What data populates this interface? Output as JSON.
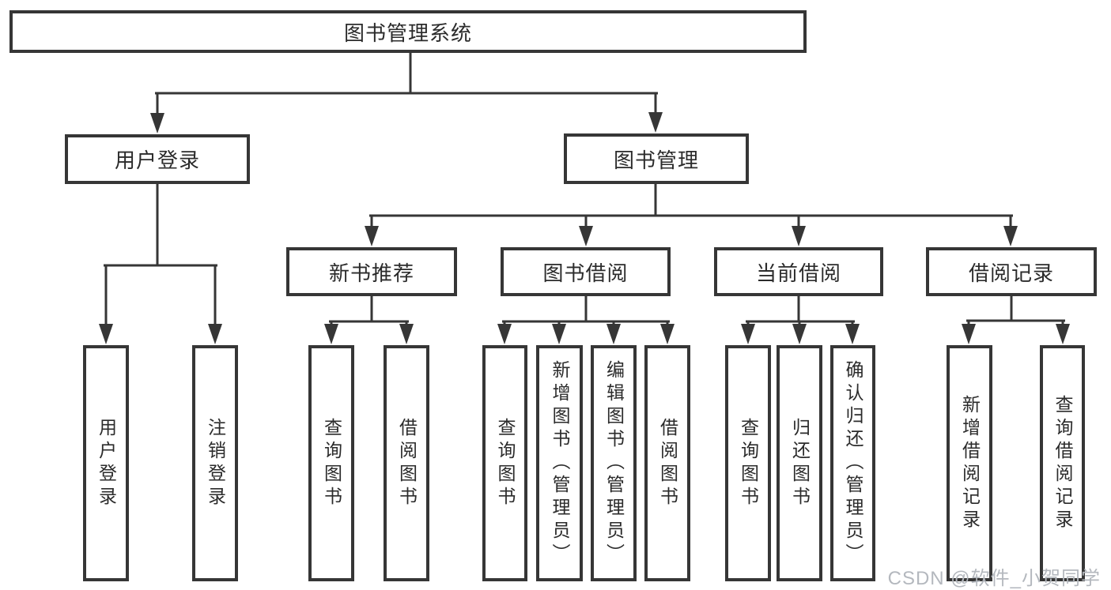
{
  "colors": {
    "line": "#363636",
    "box_border": "#363636",
    "text": "#2b2b2b",
    "watermark": "#b4b8be",
    "background": "#ffffff"
  },
  "root": {
    "label": "图书管理系统"
  },
  "branches": [
    {
      "label": "用户登录",
      "leaves": [
        {
          "label": "用户登录"
        },
        {
          "label": "注销登录"
        }
      ]
    },
    {
      "label": "图书管理",
      "groups": [
        {
          "label": "新书推荐",
          "leaves": [
            {
              "label": "查询图书"
            },
            {
              "label": "借阅图书"
            }
          ]
        },
        {
          "label": "图书借阅",
          "leaves": [
            {
              "label": "查询图书"
            },
            {
              "label": "新增图书（管理员）"
            },
            {
              "label": "编辑图书（管理员）"
            },
            {
              "label": "借阅图书"
            }
          ]
        },
        {
          "label": "当前借阅",
          "leaves": [
            {
              "label": "查询图书"
            },
            {
              "label": "归还图书"
            },
            {
              "label": "确认归还（管理员）"
            }
          ]
        },
        {
          "label": "借阅记录",
          "leaves": [
            {
              "label": "新增借阅记录"
            },
            {
              "label": "查询借阅记录"
            }
          ]
        }
      ]
    }
  ],
  "watermark": {
    "text": "CSDN @软件_小贺同学"
  }
}
